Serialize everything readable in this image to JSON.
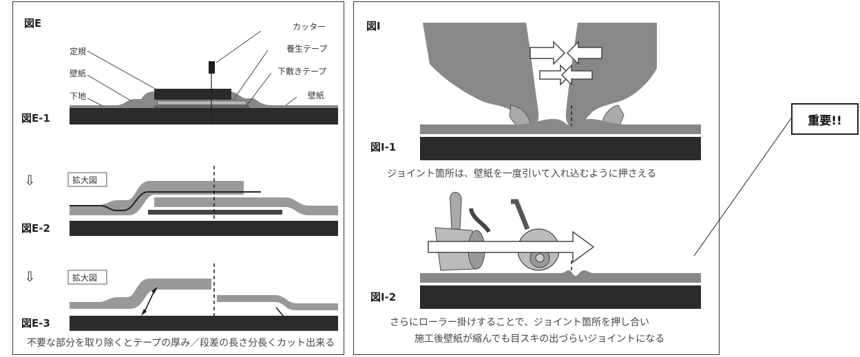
{
  "panel_e": {
    "title": "図E",
    "labels": {
      "ruler": "定規",
      "wallpaper_left": "壁紙",
      "substrate": "下地",
      "cutter": "カッター",
      "curing_tape": "養生テープ",
      "under_tape": "下敷きテープ",
      "wallpaper_right": "壁紙"
    },
    "steps": [
      {
        "id": "図E-1"
      },
      {
        "id": "図E-2",
        "tag": "拡大図"
      },
      {
        "id": "図E-3",
        "tag": "拡大図"
      }
    ],
    "caption": "不要な部分を取り除くとテープの厚み／段差の長さ分長くカット出来る"
  },
  "panel_i": {
    "title": "図I",
    "steps": [
      {
        "id": "図I-1",
        "caption": "ジョイント箇所は、壁紙を一度引いて入れ込むように押さえる"
      },
      {
        "id": "図I-2",
        "caption_line1": "さらにローラー掛けすることで、ジョイント箇所を押し合い",
        "caption_line2": "施工後壁紙が縮んでも目スキの出づらいジョイントになる"
      }
    ]
  },
  "note": {
    "text": "重要!!"
  }
}
